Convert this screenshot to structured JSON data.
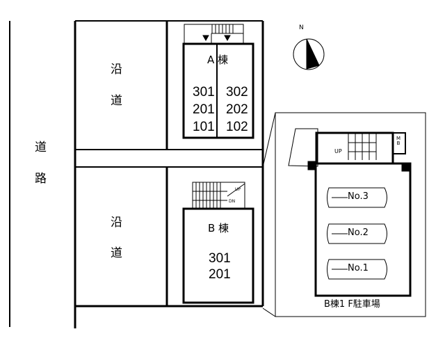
{
  "road": {
    "label_1": "道",
    "label_2": "路"
  },
  "roadside_upper": {
    "label_1": "沿",
    "label_2": "道"
  },
  "roadside_lower": {
    "label_1": "沿",
    "label_2": "道"
  },
  "building_a": {
    "title": "A 棟",
    "left_units": [
      "301",
      "201",
      "101"
    ],
    "right_units": [
      "302",
      "202",
      "102"
    ]
  },
  "building_b": {
    "title": "B 棟",
    "units": [
      "301",
      "201"
    ],
    "stair_up": "UP",
    "stair_dn": "DN"
  },
  "compass": {
    "label": "N"
  },
  "parking_inset": {
    "caption": "B棟1 F駐車場",
    "stair_up": "UP",
    "mb": "M B",
    "spaces": [
      "No.3",
      "No.2",
      "No.1"
    ]
  }
}
